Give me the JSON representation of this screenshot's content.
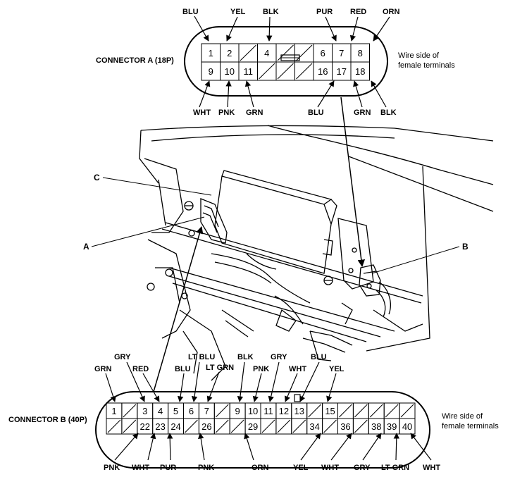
{
  "connector_a": {
    "caption": "CONNECTOR A (18P)",
    "note": [
      "Wire side of",
      "female terminals"
    ],
    "top_row": [
      "1",
      "2",
      "",
      "4",
      "",
      "",
      "6",
      "7",
      "8"
    ],
    "bottom_row": [
      "9",
      "10",
      "11",
      "",
      "",
      "",
      "16",
      "17",
      "18"
    ],
    "top_wires": [
      "BLU",
      "YEL",
      "BLK",
      "PUR",
      "RED",
      "ORN"
    ],
    "bottom_wires": [
      "WHT",
      "PNK",
      "GRN",
      "BLU",
      "GRN",
      "BLK"
    ]
  },
  "connector_b": {
    "caption": "CONNECTOR B (40P)",
    "note": [
      "Wire side of",
      "female terminals"
    ],
    "top_row": [
      "1",
      "",
      "3",
      "4",
      "5",
      "6",
      "7",
      "",
      "9",
      "10",
      "11",
      "12",
      "13",
      "",
      "15",
      "",
      "",
      "",
      "",
      ""
    ],
    "bottom_row": [
      "",
      "",
      "22",
      "23",
      "24",
      "",
      "26",
      "",
      "",
      "29",
      "",
      "",
      "",
      "34",
      "",
      "36",
      "",
      "38",
      "39",
      "40"
    ],
    "top_wires": [
      "GRN",
      "GRY",
      "RED",
      "BLU",
      "LT BLU",
      "LT GRN",
      "BLK",
      "PNK",
      "GRY",
      "WHT",
      "BLU",
      "YEL"
    ],
    "bottom_wires": [
      "PNK",
      "WHT",
      "PUR",
      "PNK",
      "ORN",
      "YEL",
      "WHT",
      "GRY",
      "LT GRN",
      "WHT"
    ]
  },
  "callouts": [
    "C",
    "A",
    "B"
  ]
}
